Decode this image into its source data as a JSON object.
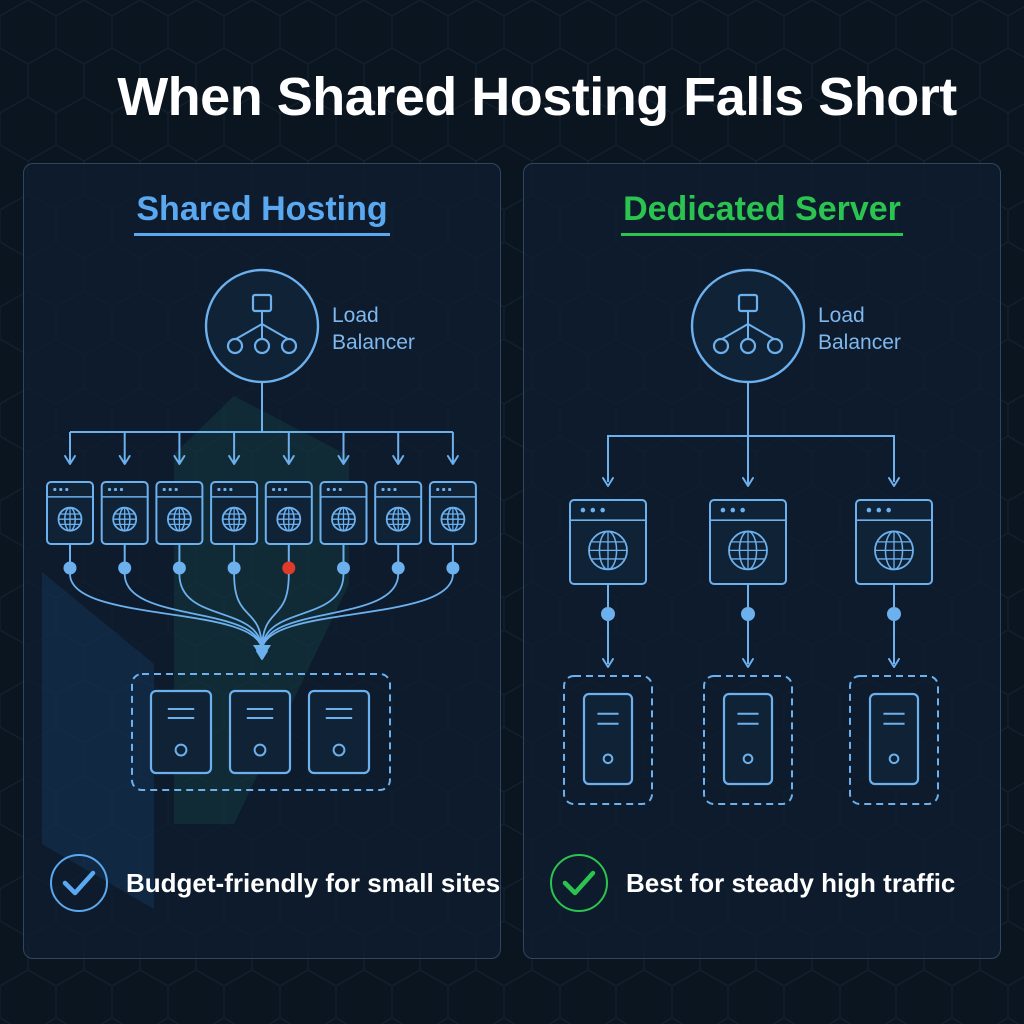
{
  "title": "When Shared Hosting Falls Short",
  "shared": {
    "heading": "Shared Hosting",
    "balancer_label": [
      "Load",
      "Balancer"
    ],
    "footer": "Budget-friendly for small sites",
    "site_count": 8,
    "highlighted_site_index": 4,
    "server_count": 3
  },
  "dedicated": {
    "heading": "Dedicated Server",
    "balancer_label": [
      "Load",
      "Balancer"
    ],
    "footer": "Best for steady high traffic",
    "site_count": 3
  },
  "colors": {
    "background": "#0b1520",
    "shared_accent": "#5aa8f0",
    "dedicated_accent": "#2bc450",
    "line": "#6cb0ee",
    "alert_dot": "#e03a2a",
    "text": "#ffffff"
  },
  "icons": {
    "balancer": "network-hub-icon",
    "site": "browser-globe-icon",
    "server": "server-tower-icon",
    "check": "check-icon"
  }
}
